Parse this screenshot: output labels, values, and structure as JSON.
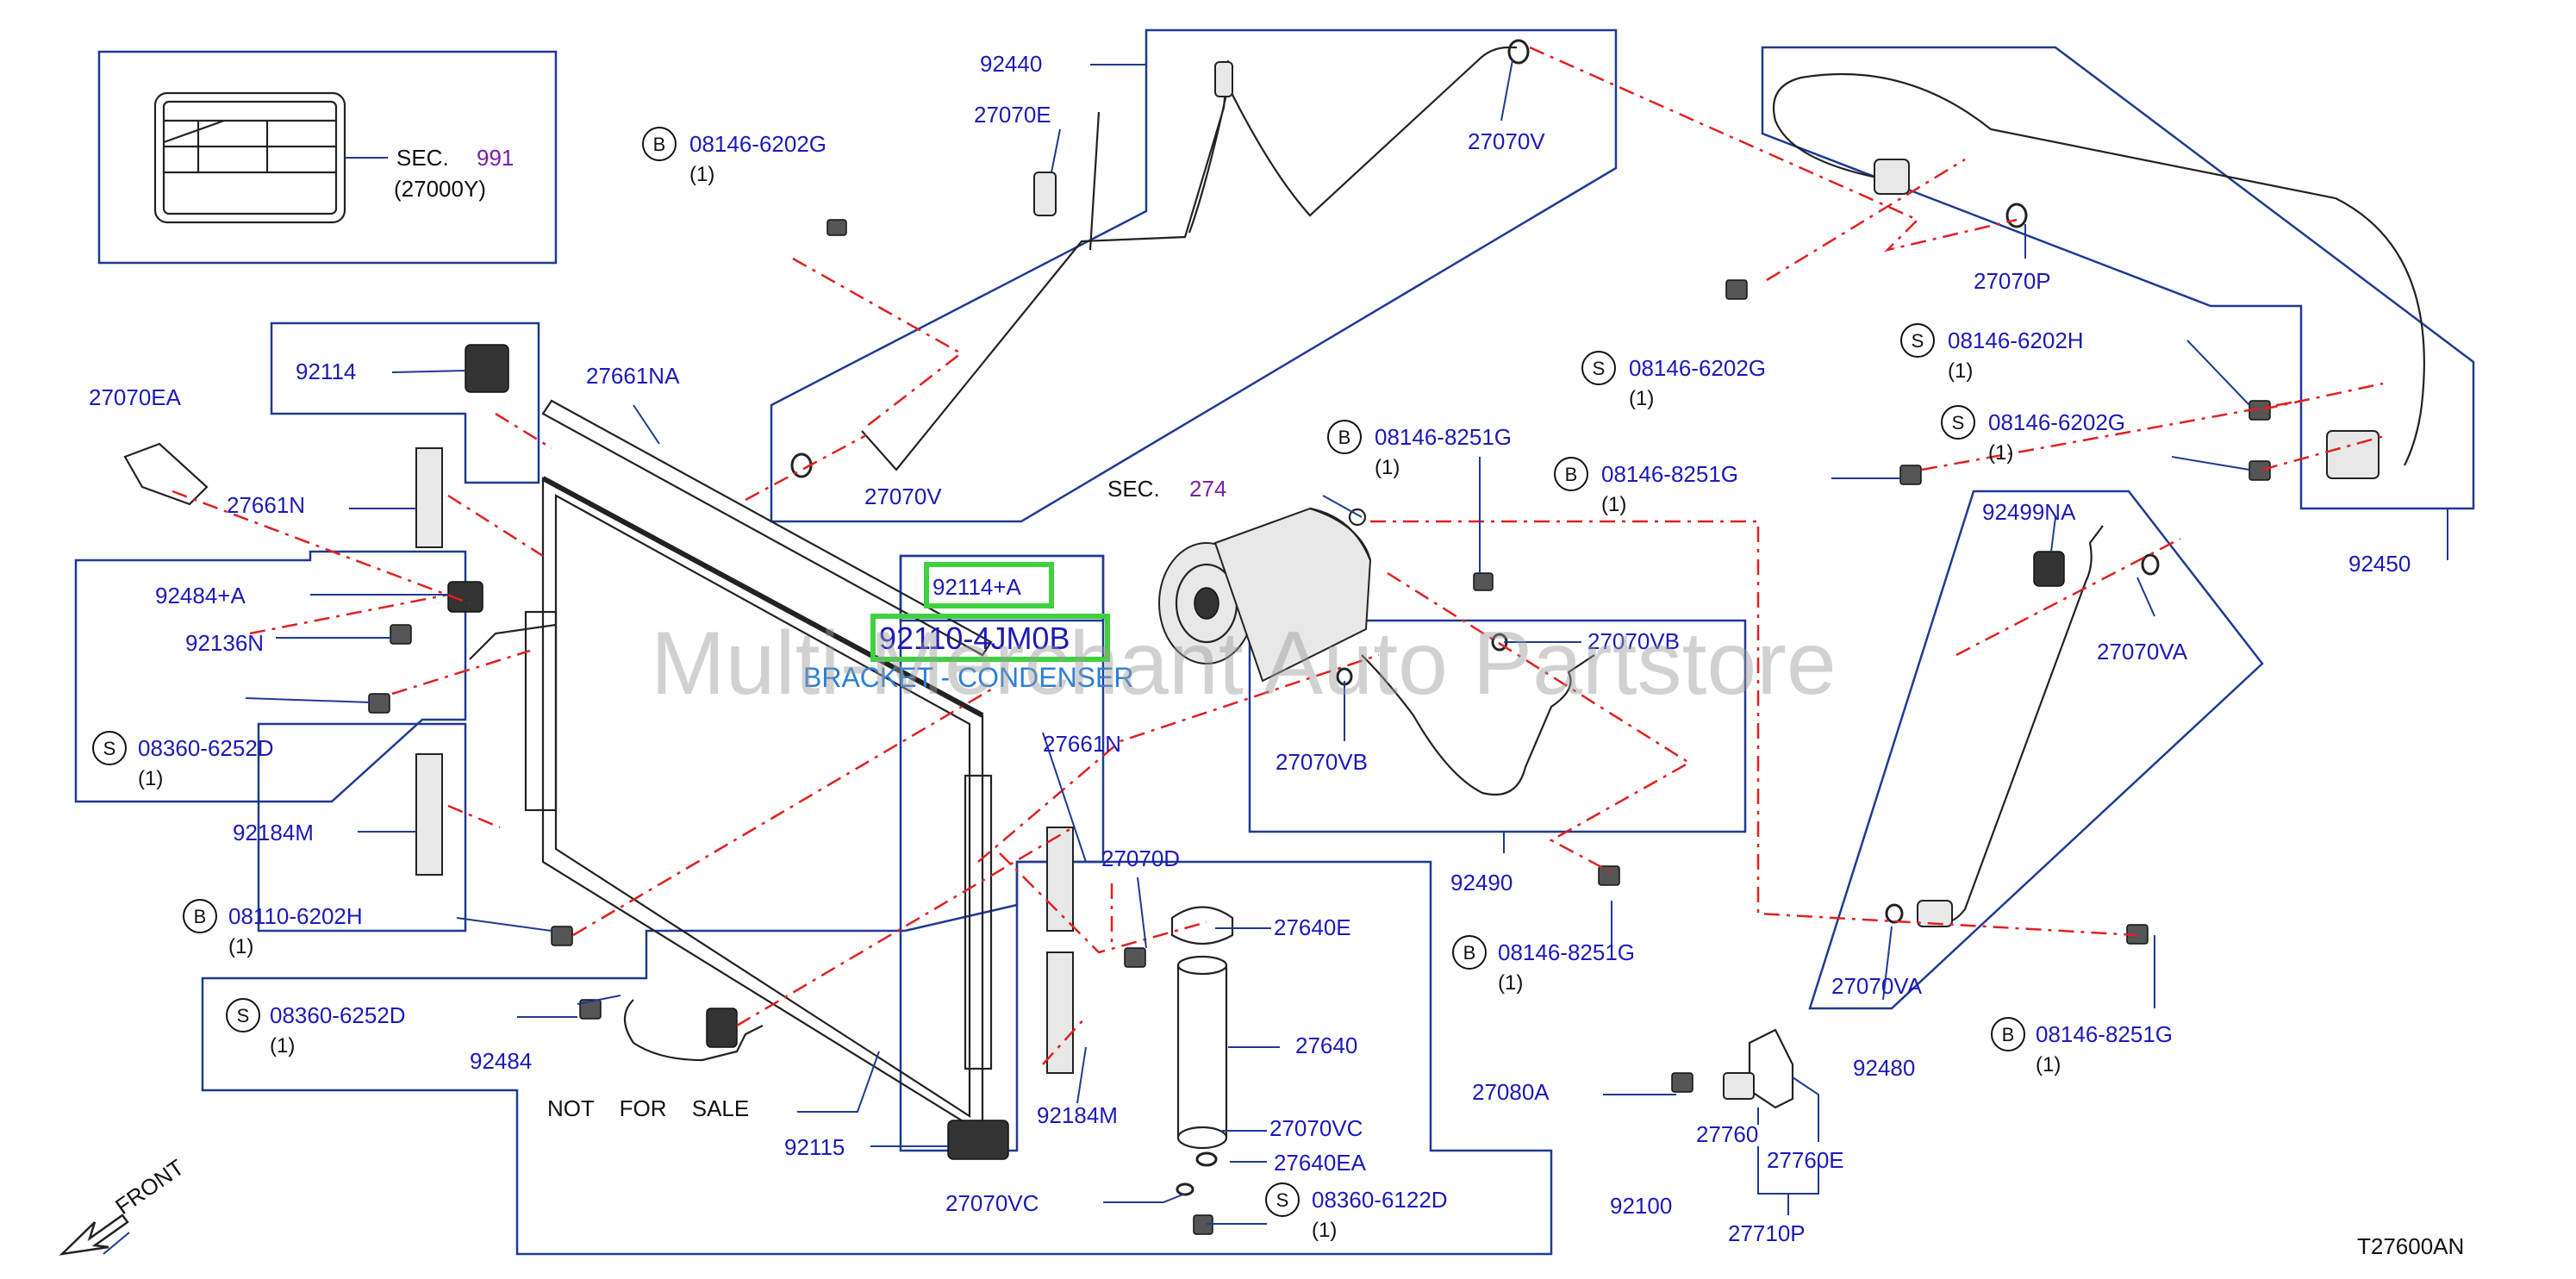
{
  "diagram_code": "T27600AN",
  "watermark": "Multi-Merchant Auto Partstore",
  "front_label": "FRONT",
  "not_for_sale": "NOT FOR SALE",
  "section_refs": {
    "sec991_prefix": "SEC.",
    "sec991_num": "991",
    "sec991_part": "(27000Y)",
    "sec274_prefix": "SEC.",
    "sec274_num": "274"
  },
  "highlight": {
    "part_a": "92114+A",
    "part_b": "92110-4JM0B",
    "description": "BRACKET - CONDENSER"
  },
  "part_labels": {
    "p92440": "92440",
    "p27070E": "27070E",
    "p27070V_top": "27070V",
    "p27070V_mid": "27070V",
    "p27070P": "27070P",
    "p92114": "92114",
    "p27661NA": "27661NA",
    "p27070EA": "27070EA",
    "p27661N_left": "27661N",
    "p92484A": "92484+A",
    "p92136N": "92136N",
    "p92184M_left": "92184M",
    "p27661N_right": "27661N",
    "p27070D": "27070D",
    "p27640E": "27640E",
    "p27640": "27640",
    "p92184M_right": "92184M",
    "p27070VC_right": "27070VC",
    "p27640EA": "27640EA",
    "p27070VC_left": "27070VC",
    "p92115": "92115",
    "p92484": "92484",
    "p92100": "92100",
    "p27070VB_right": "27070VB",
    "p27070VB_left": "27070VB",
    "p92490": "92490",
    "p92499NA": "92499NA",
    "p27070VA_top": "27070VA",
    "p27070VA_bot": "27070VA",
    "p92480": "92480",
    "p92450": "92450",
    "p27080A": "27080A",
    "p27760": "27760",
    "p27760E": "27760E",
    "p27710P": "27710P"
  },
  "fasteners": [
    {
      "prefix": "B",
      "part": "08146-6202G",
      "qty": "(1)"
    },
    {
      "prefix": "S",
      "part": "08146-6202G",
      "qty": "(1)"
    },
    {
      "prefix": "S",
      "part": "08146-6202H",
      "qty": "(1)"
    },
    {
      "prefix": "S",
      "part": "08146-6202G",
      "qty": "(1)"
    },
    {
      "prefix": "B",
      "part": "08146-8251G",
      "qty": "(1)"
    },
    {
      "prefix": "B",
      "part": "08146-8251G",
      "qty": "(1)"
    },
    {
      "prefix": "S",
      "part": "08360-6252D",
      "qty": "(1)"
    },
    {
      "prefix": "B",
      "part": "08110-6202H",
      "qty": "(1)"
    },
    {
      "prefix": "S",
      "part": "08360-6252D",
      "qty": "(1)"
    },
    {
      "prefix": "B",
      "part": "08146-8251G",
      "qty": "(1)"
    },
    {
      "prefix": "B",
      "part": "08146-8251G",
      "qty": "(1)"
    },
    {
      "prefix": "S",
      "part": "08360-6122D",
      "qty": "(1)"
    }
  ],
  "colors": {
    "label": "#1a1ab8",
    "box": "#1f3a93",
    "dash": "#e02020",
    "highlight": "#3fd13f"
  }
}
